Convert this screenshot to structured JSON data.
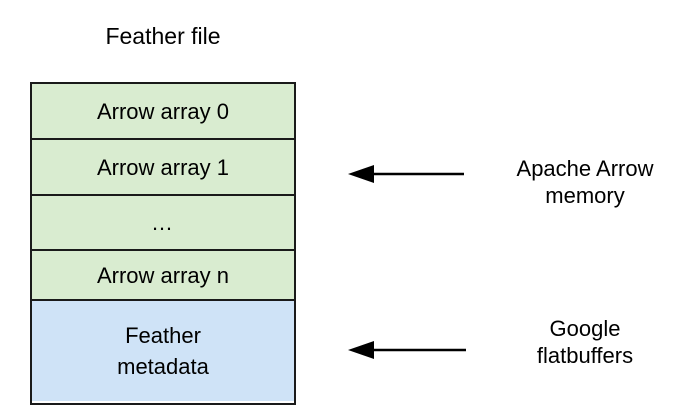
{
  "diagram": {
    "title": "Feather file",
    "colors": {
      "arrow_block_fill": "#d9ecd0",
      "metadata_block_fill": "#cfe3f7",
      "border": "#1a1a1a",
      "text": "#000000",
      "background": "#ffffff"
    },
    "stack": {
      "name": "feather-file-layout",
      "rows": [
        {
          "label": "Arrow array 0",
          "fill": "#d9ecd0",
          "section": "arrow-memory"
        },
        {
          "label": "Arrow array 1",
          "fill": "#d9ecd0",
          "section": "arrow-memory"
        },
        {
          "label": "…",
          "fill": "#d9ecd0",
          "section": "arrow-memory"
        },
        {
          "label": "Arrow array n",
          "fill": "#d9ecd0",
          "section": "arrow-memory"
        },
        {
          "label": "Feather\nmetadata",
          "fill": "#cfe3f7",
          "section": "metadata"
        }
      ]
    },
    "annotations": [
      {
        "label": "Apache Arrow\nmemory",
        "arrow_direction": "left",
        "points_to": "Arrow array 1"
      },
      {
        "label": "Google\nflatbuffers",
        "arrow_direction": "left",
        "points_to": "Feather metadata"
      }
    ]
  }
}
